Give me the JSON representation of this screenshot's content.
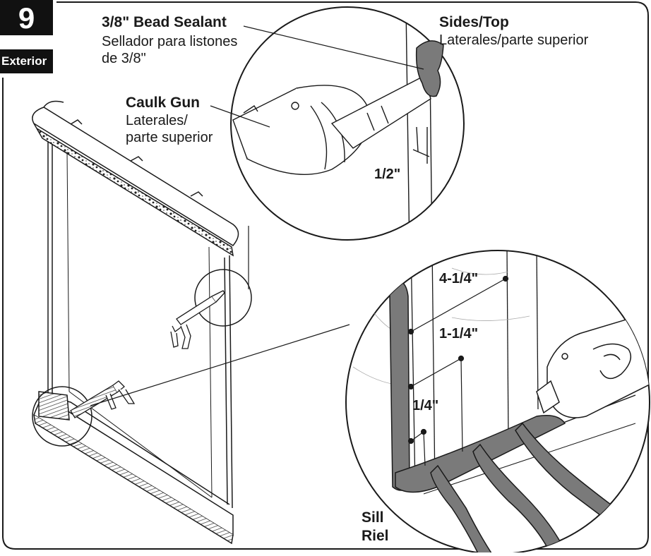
{
  "step": {
    "number": "9",
    "section": "Exterior"
  },
  "callouts": {
    "bead_sealant": {
      "en": "3/8\" Bead Sealant",
      "es_line1": "Sellador para listones",
      "es_line2": "de 3/8\""
    },
    "sides_top": {
      "en": "Sides/Top",
      "es": "Laterales/parte superior"
    },
    "caulk_gun": {
      "en": "Caulk Gun",
      "es_line1": "Laterales/",
      "es_line2": "parte superior"
    },
    "sill": {
      "en": "Sill",
      "es": "Riel"
    }
  },
  "dimensions": {
    "half_inch": "1/2\"",
    "four_quarter": "4-1/4\"",
    "one_quarter_plus": "1-1/4\"",
    "quarter": "1/4\""
  },
  "colors": {
    "ink": "#1a1a1a",
    "badge": "#111111",
    "sealant": "#7a7a7a",
    "sealant_dark": "#555555"
  },
  "icons": [
    "caulk-gun-icon",
    "sealant-bead-icon",
    "window-frame-icon",
    "magnifier-circle-icon"
  ]
}
